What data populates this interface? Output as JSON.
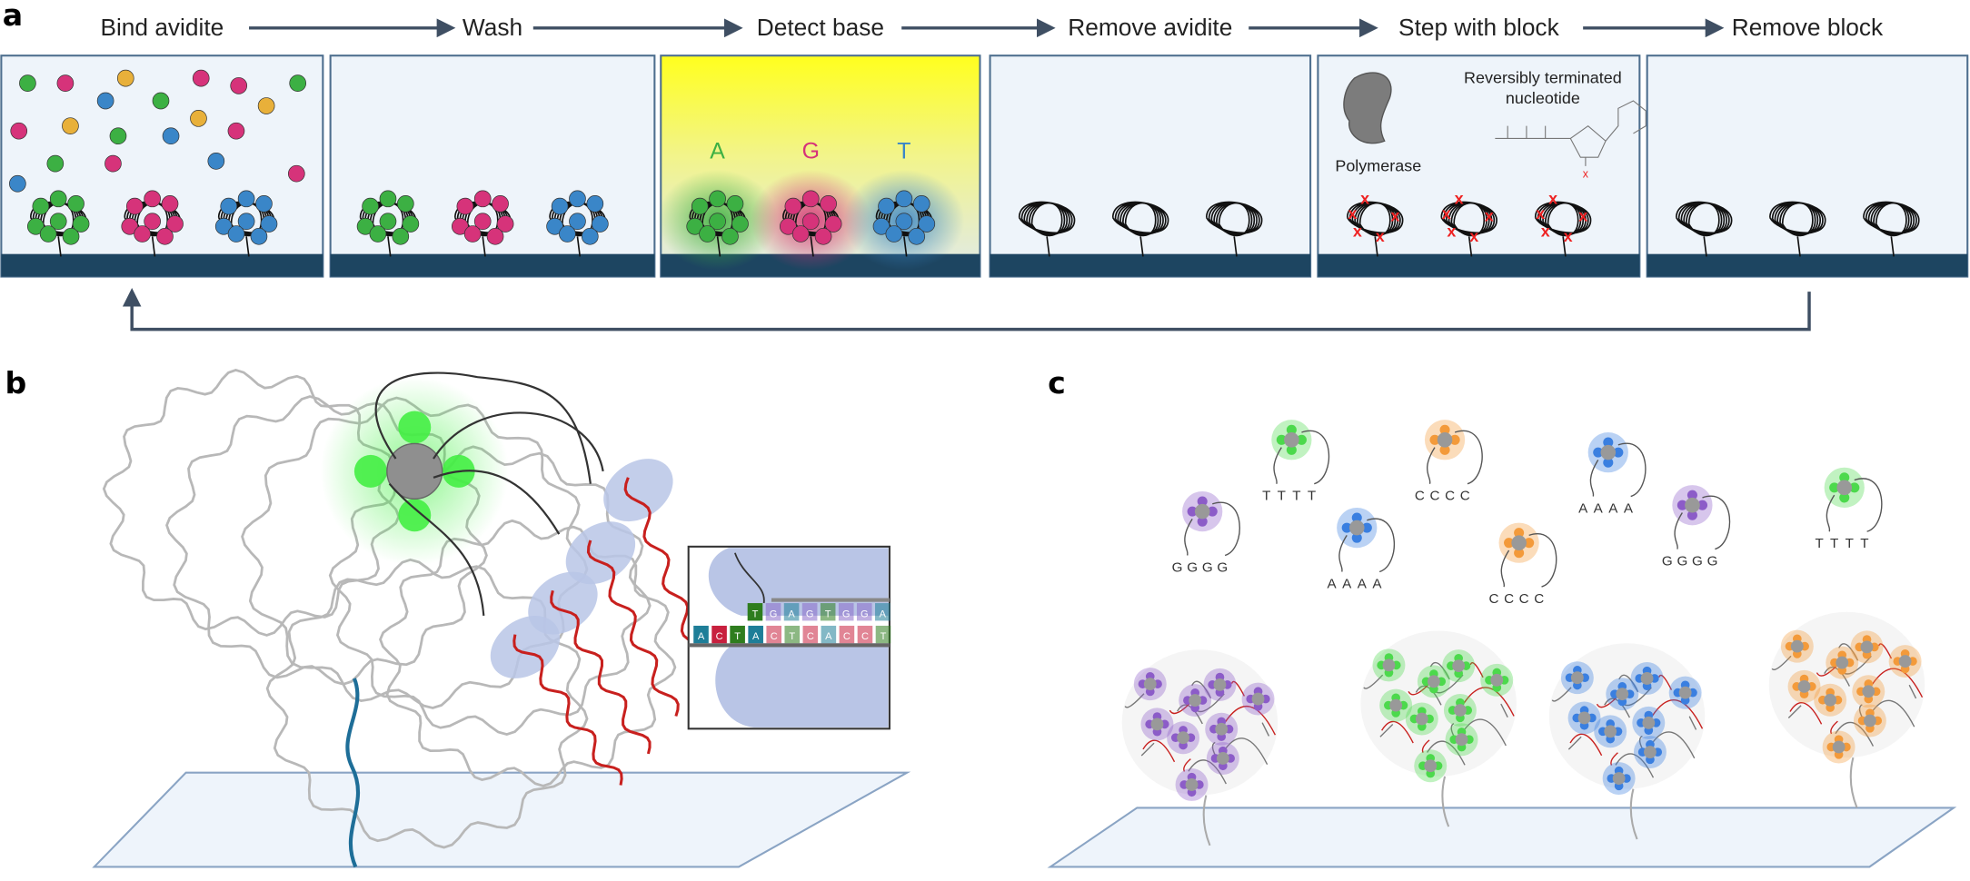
{
  "panels": {
    "a": {
      "letter": "a",
      "steps": [
        {
          "label": "Bind avidite"
        },
        {
          "label": "Wash"
        },
        {
          "label": "Detect base",
          "bases": [
            "A",
            "G",
            "T"
          ]
        },
        {
          "label": "Remove avidite"
        },
        {
          "label": "Step with block",
          "polymerase_label": "Polymerase",
          "nucleotide_label_1": "Reversibly terminated",
          "nucleotide_label_2": "nucleotide"
        },
        {
          "label": "Remove block"
        }
      ]
    },
    "b": {
      "letter": "b",
      "inset_template": [
        "A",
        "C",
        "T",
        "A",
        "C",
        "T",
        "C",
        "A",
        "C",
        "C",
        "T"
      ],
      "inset_incoming": [
        "T",
        "G",
        "A",
        "G",
        "T",
        "G",
        "G",
        "A"
      ]
    },
    "c": {
      "letter": "c",
      "free_avidites": [
        {
          "bases": [
            "T",
            "T",
            "T",
            "T"
          ],
          "color": "#4cd94c"
        },
        {
          "bases": [
            "C",
            "C",
            "C",
            "C"
          ],
          "color": "#f39a3a"
        },
        {
          "bases": [
            "A",
            "A",
            "A",
            "A"
          ],
          "color": "#3a7fe0"
        },
        {
          "bases": [
            "G",
            "G",
            "G",
            "G"
          ],
          "color": "#8c5cc8"
        },
        {
          "bases": [
            "A",
            "A",
            "A",
            "A"
          ],
          "color": "#3a7fe0"
        },
        {
          "bases": [
            "C",
            "C",
            "C",
            "C"
          ],
          "color": "#f39a3a"
        },
        {
          "bases": [
            "G",
            "G",
            "G",
            "G"
          ],
          "color": "#8c5cc8"
        },
        {
          "bases": [
            "T",
            "T",
            "T",
            "T"
          ],
          "color": "#4cd94c"
        }
      ]
    }
  },
  "colors": {
    "A": "#3cb043",
    "G": "#d6337a",
    "T": "#3a86c8",
    "C": "#e8b03a",
    "substrate": "#1d4561",
    "panel_bg": "#eef4fa",
    "arrow": "#3f4f63",
    "dna_red": "#c8201e",
    "dna_gray": "#b8b8b8"
  }
}
